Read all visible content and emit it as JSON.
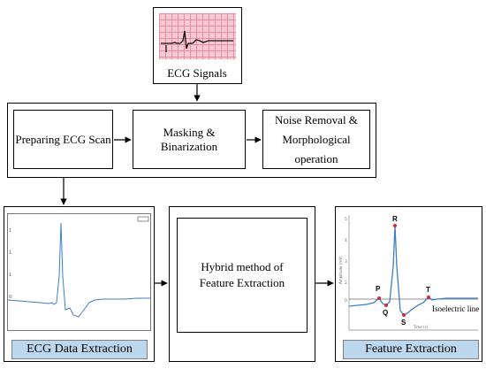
{
  "colors": {
    "label_fill": "#bdd7ee",
    "ecg_paper": "#f7c9d3",
    "signal_blue": "#3d7fc1",
    "peak_marker": "#e3262a"
  },
  "ecg_signals": {
    "label": "ECG Signals"
  },
  "preprocessing": {
    "steps": [
      {
        "label": "Preparing ECG Scan"
      },
      {
        "label": "Masking & Binarization"
      },
      {
        "label": "Noise Removal & Morphological operation"
      }
    ]
  },
  "data_extraction": {
    "label": "ECG Data Extraction"
  },
  "hybrid": {
    "label": "Hybrid method of Feature Extraction"
  },
  "feature_extraction": {
    "label": "Feature Extraction",
    "isoelectric_label": "Isoelectric line",
    "waves": [
      {
        "name": "P",
        "color": "#e3262a"
      },
      {
        "name": "Q",
        "color": "#e3262a"
      },
      {
        "name": "R",
        "color": "#e3262a"
      },
      {
        "name": "S",
        "color": "#e3262a"
      },
      {
        "name": "T",
        "color": "#e3262a"
      }
    ]
  }
}
